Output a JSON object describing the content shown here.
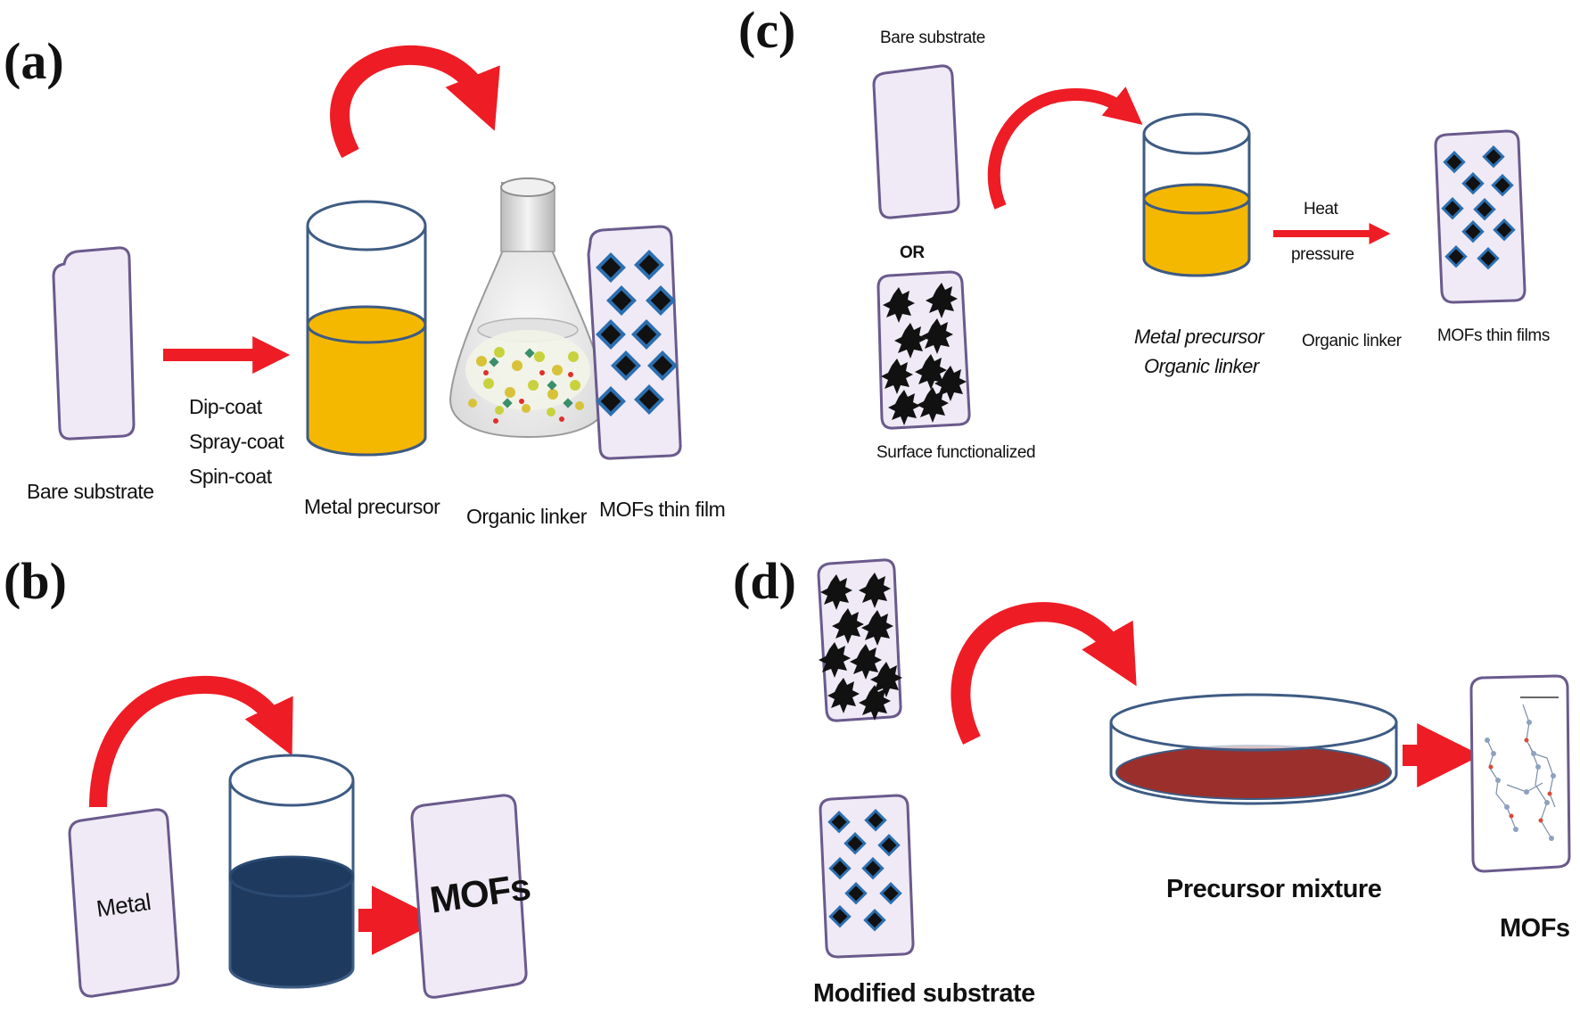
{
  "colors": {
    "substrate_fill": "#efeaf6",
    "substrate_border": "#6a5a8c",
    "arrow_red": "#ee1c25",
    "liquid_yellow": "#f5b800",
    "liquid_navy": "#1e3a5f",
    "liquid_maroon": "#9b2f2c",
    "beaker_outline": "#3e5b83",
    "crystal_black": "#111111",
    "crystal_blue": "#2c6fb0"
  },
  "panels": {
    "a": {
      "letter": "(a)",
      "bare_substrate": "Bare substrate",
      "methods": [
        "Dip-coat",
        "Spray-coat",
        "Spin-coat"
      ],
      "metal_precursor": "Metal precursor",
      "organic_linker": "Organic linker",
      "mofs": "MOFs thin film"
    },
    "b": {
      "letter": "(b)",
      "metal": "Metal",
      "mofs": "MOFs"
    },
    "c": {
      "letter": "(c)",
      "bare_substrate": "Bare substrate",
      "or": "OR",
      "surface": "Surface functionalized",
      "metal_precursor": "Metal precursor",
      "organic_linker_italic": "Organic linker",
      "heat": "Heat",
      "pressure": "pressure",
      "organic_linker": "Organic linker",
      "mofs": "MOFs thin films"
    },
    "d": {
      "letter": "(d)",
      "modified_substrate": "Modified substrate",
      "precursor_mixture": "Precursor mixture",
      "mofs": "MOFs"
    }
  }
}
